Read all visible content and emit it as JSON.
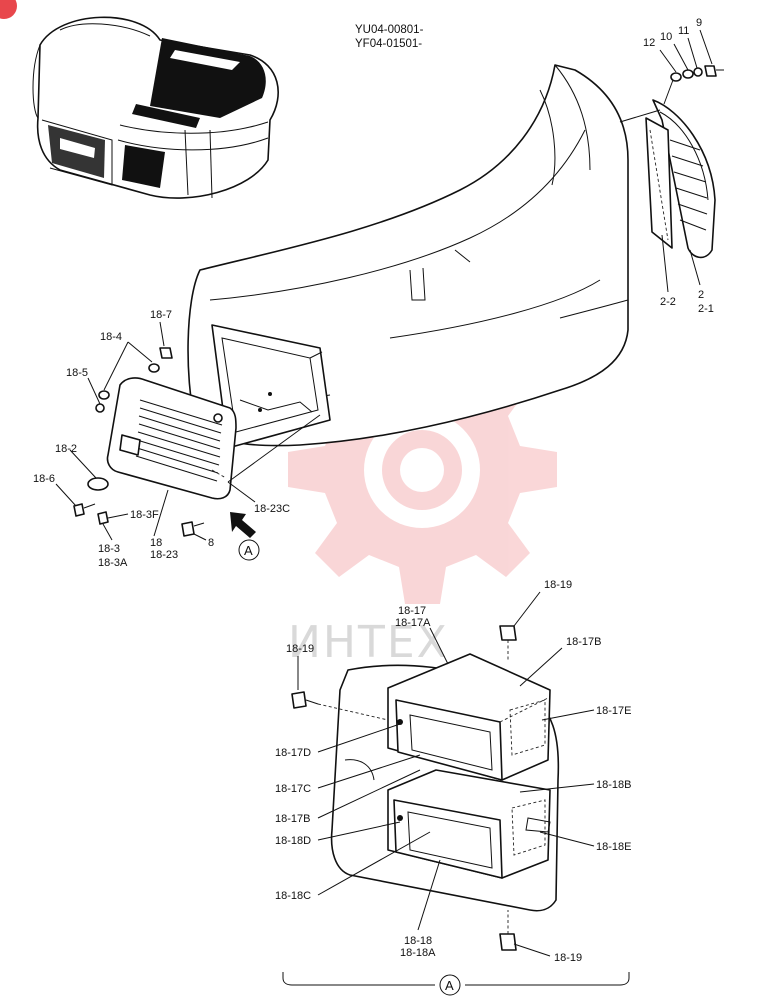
{
  "header": {
    "serial_line_1": "YU04-00801-",
    "serial_line_2": "YF04-01501-"
  },
  "watermark": {
    "text": "ИНТЕХ",
    "color": "#e8474c"
  },
  "corner_badge_color": "#e8474c",
  "view_marker": "A",
  "callouts": {
    "p9": "9",
    "p10": "10",
    "p11": "11",
    "p12": "12",
    "p2": "2",
    "p2_1": "2-1",
    "p2_2": "2-2",
    "p18_7": "18-7",
    "p18_4": "18-4",
    "p18_5": "18-5",
    "p18_2": "18-2",
    "p18_6": "18-6",
    "p18_3F": "18-3F",
    "p18_3": "18-3",
    "p18_3A": "18-3A",
    "p18": "18",
    "p18_23": "18-23",
    "p8": "8",
    "p18_23C": "18-23C",
    "p18_17": "18-17",
    "p18_17A": "18-17A",
    "p18_19_top": "18-19",
    "p18_17B_top": "18-17B",
    "p18_19_left": "18-19",
    "p18_17E": "18-17E",
    "p18_17D": "18-17D",
    "p18_17C": "18-17C",
    "p18_18B": "18-18B",
    "p18_17B_left": "18-17B",
    "p18_18D": "18-18D",
    "p18_18E": "18-18E",
    "p18_18C": "18-18C",
    "p18_18": "18-18",
    "p18_18A": "18-18A",
    "p18_19_bottom": "18-19"
  }
}
